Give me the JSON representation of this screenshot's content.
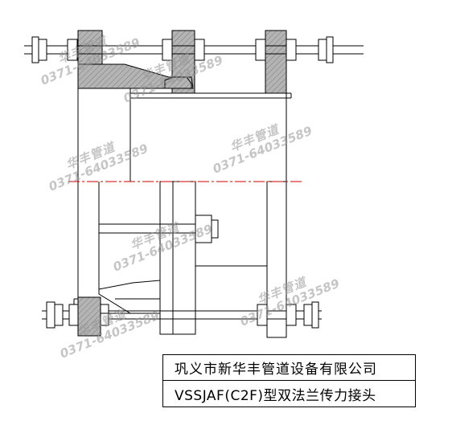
{
  "title_block": {
    "company": "巩义市新华丰管道设备有限公司",
    "product": "VSSJAF(C2F)型双法兰传力接头"
  },
  "watermark": {
    "name": "华丰管道",
    "phone": "0371-64033589"
  },
  "colors": {
    "line": "#000000",
    "centerline": "#d00000",
    "hatch_fill": "#b4b4b4",
    "watermark": "#969696"
  }
}
